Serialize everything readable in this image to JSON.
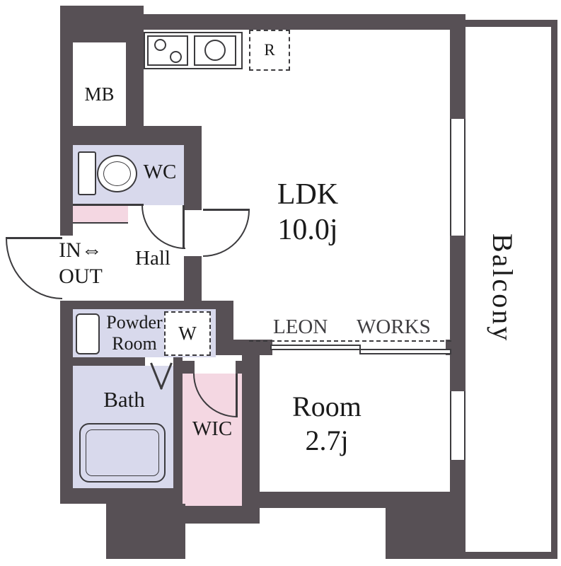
{
  "colors": {
    "wall": "#575055",
    "line": "#3c3b3e",
    "lavender": "#d8d9ec",
    "pink": "#f4d7e2",
    "text": "#1a1a1a"
  },
  "rooms": {
    "mb": {
      "label": "MB"
    },
    "wc": {
      "label": "WC"
    },
    "hall": {
      "label": "Hall"
    },
    "entrance": {
      "lines": [
        "IN⇔",
        "OUT"
      ]
    },
    "powder": {
      "lines": [
        "Powder",
        "Room"
      ]
    },
    "washer": {
      "label": "W"
    },
    "bath": {
      "label": "Bath"
    },
    "wic": {
      "label": "WIC"
    },
    "ldk": {
      "name": "LDK",
      "size": "10.0j"
    },
    "room": {
      "name": "Room",
      "size": "2.7j"
    },
    "balcony": {
      "label": "Balcony"
    }
  },
  "fixtures": {
    "fridge": {
      "label": "R"
    }
  },
  "brand": {
    "text": "LEON WORKS"
  }
}
